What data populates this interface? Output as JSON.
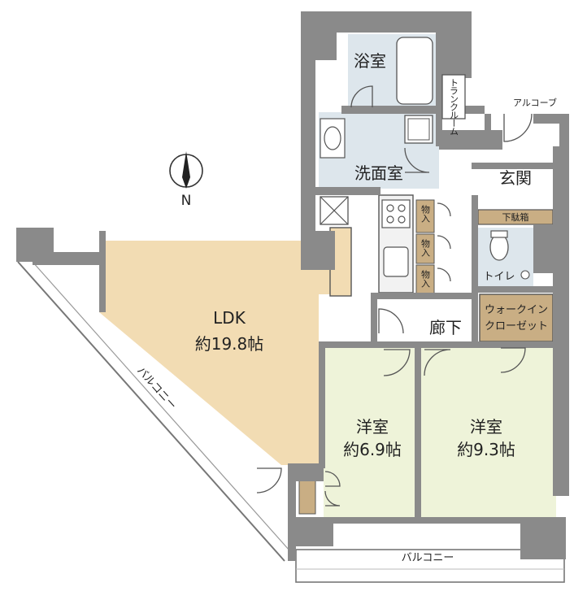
{
  "compass": {
    "label": "N"
  },
  "rooms": {
    "ldk": {
      "name": "LDK",
      "size": "約19.8帖",
      "color": "#f2dcb3"
    },
    "bath": {
      "name": "浴室"
    },
    "washroom": {
      "name": "洗面室"
    },
    "trunk": {
      "name": "トランクルーム"
    },
    "alcove": {
      "name": "アルコーブ"
    },
    "entrance": {
      "name": "玄関"
    },
    "shoe_box": {
      "name": "下駄箱"
    },
    "toilet": {
      "name": "トイレ"
    },
    "hallway": {
      "name": "廊下"
    },
    "wic": {
      "name_line1": "ウォークイン",
      "name_line2": "クローゼット",
      "color": "#c9ae84"
    },
    "storage": {
      "name": "物入"
    },
    "western1": {
      "name": "洋室",
      "size": "約6.9帖",
      "color": "#eef3d9"
    },
    "western2": {
      "name": "洋室",
      "size": "約9.3帖",
      "color": "#eef3d9"
    },
    "wet_area_color": "#dde6ec"
  },
  "balconies": {
    "diagonal": "バルコニー",
    "bottom": "バルコニー"
  }
}
